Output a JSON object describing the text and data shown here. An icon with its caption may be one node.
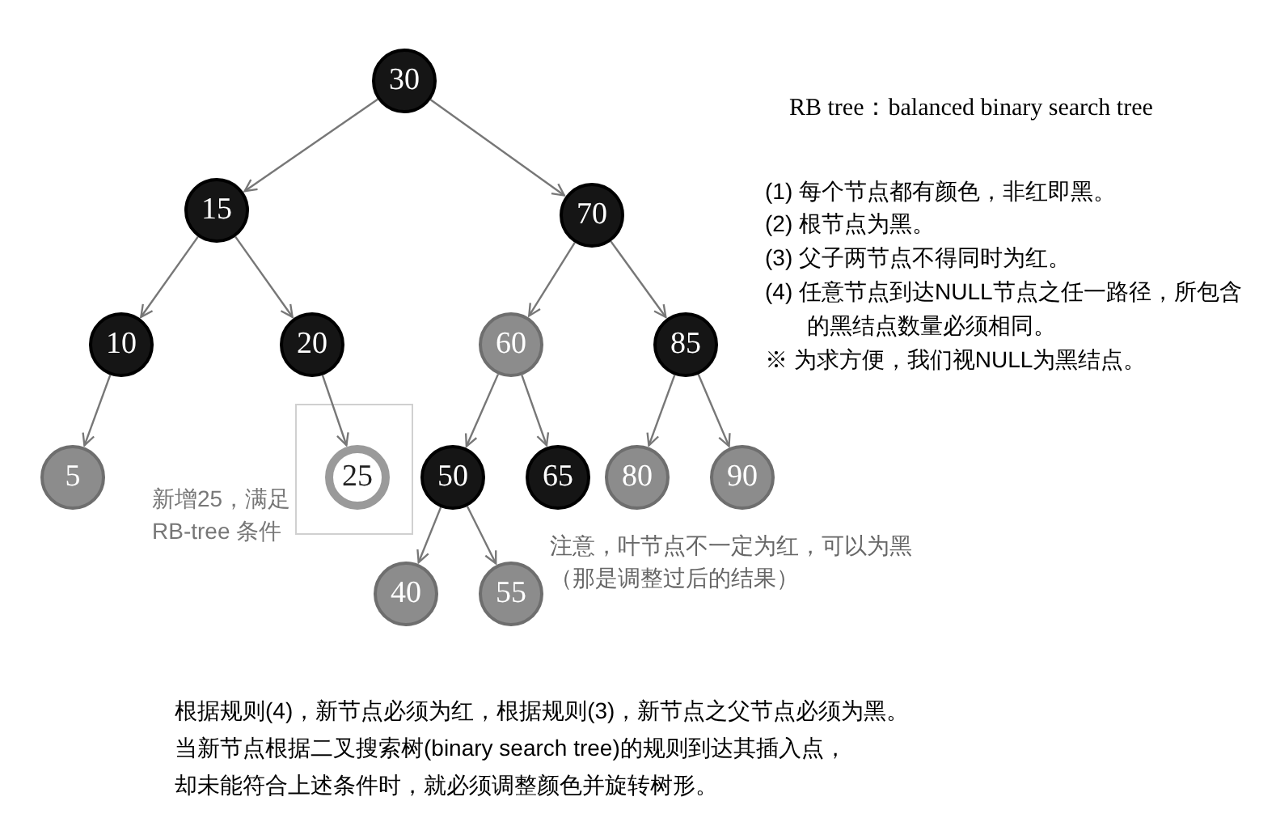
{
  "diagram": {
    "title": "RB tree：balanced binary search tree",
    "nodes": [
      {
        "text": [
          "30"
        ]
      },
      {
        "text": [
          "15"
        ]
      },
      {
        "text": [
          "70"
        ]
      },
      {
        "text": [
          "10"
        ]
      },
      {
        "text": [
          "20"
        ]
      },
      {
        "text": [
          "60"
        ]
      },
      {
        "text": [
          "85"
        ]
      },
      {
        "text": [
          "5"
        ]
      },
      {
        "text": [
          "25"
        ]
      },
      {
        "text": [
          "50"
        ]
      },
      {
        "text": [
          "65"
        ]
      },
      {
        "text": [
          "80"
        ]
      },
      {
        "text": [
          "90"
        ]
      },
      {
        "text": [
          "40"
        ]
      },
      {
        "text": [
          "55"
        ]
      }
    ],
    "edges": [
      {
        "from": 0,
        "to": 1,
        "arrow": "to"
      },
      {
        "from": 0,
        "to": 2,
        "arrow": "to"
      },
      {
        "from": 1,
        "to": 3,
        "arrow": "to"
      },
      {
        "from": 1,
        "to": 4,
        "arrow": "to"
      },
      {
        "from": 2,
        "to": 5,
        "arrow": "to"
      },
      {
        "from": 2,
        "to": 6,
        "arrow": "to"
      },
      {
        "from": 3,
        "to": 7,
        "arrow": "to"
      },
      {
        "from": 4,
        "to": 8,
        "arrow": "to"
      },
      {
        "from": 5,
        "to": 9,
        "arrow": "to"
      },
      {
        "from": 5,
        "to": 10,
        "arrow": "to"
      },
      {
        "from": 6,
        "to": 11,
        "arrow": "to"
      },
      {
        "from": 6,
        "to": 12,
        "arrow": "to"
      },
      {
        "from": 9,
        "to": 13,
        "arrow": "to"
      },
      {
        "from": 9,
        "to": 14,
        "arrow": "to"
      }
    ],
    "labels": [
      "(1) 每个节点都有颜色，非红即黑。",
      "(2) 根节点为黑。",
      "(3) 父子两节点不得同时为红。",
      "(4) 任意节点到达NULL节点之任一路径，所包含的黑结点数量必须相同。",
      "※ 为求方便，我们视NULL为黑结点。",
      "新增25，满足 RB-tree 条件",
      "注意，叶节点不一定为红，可以为黑（那是调整过后的结果）",
      "根据规则(4)，新节点必须为红，根据规则(3)，新节点之父节点必须为黑。",
      "当新节点根据二叉搜索树(binary search tree)的规则到达其插入点，",
      "却未能符合上述条件时，就必须调整颜色并旋转树形。"
    ]
  }
}
